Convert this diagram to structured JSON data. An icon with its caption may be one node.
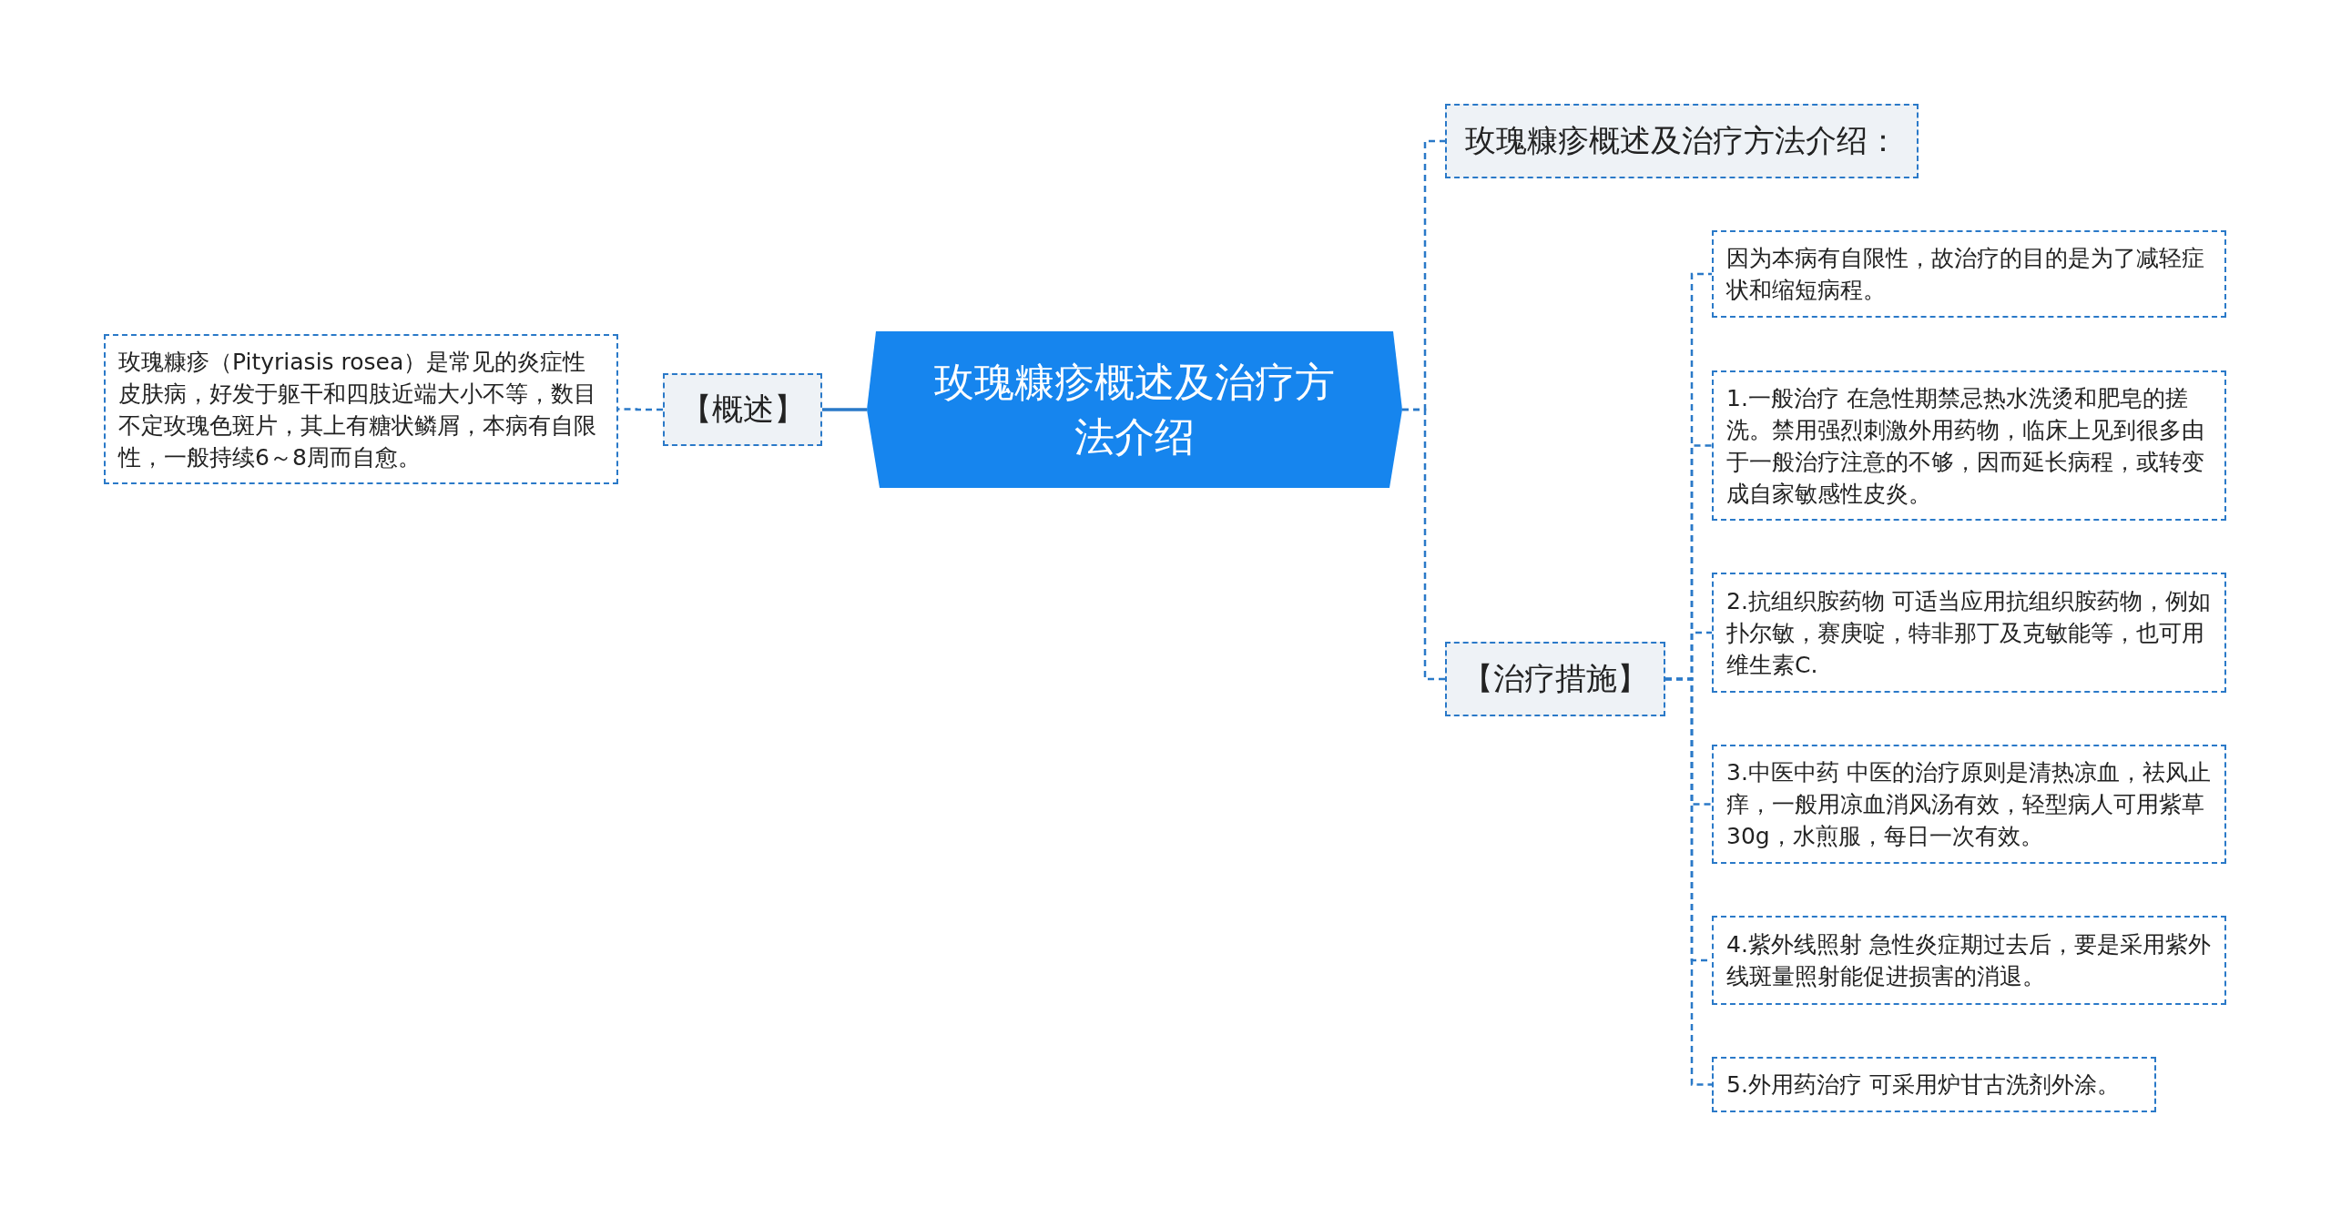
{
  "diagram": {
    "nodes": [
      {
        "text": [
          "玫瑰糠疹概述及治疗方法介绍"
        ]
      },
      {
        "text": [
          "【概述】"
        ]
      },
      {
        "text": [
          "玫瑰糠疹（Pityriasis rosea）是常见的炎症性皮肤病，好发于躯干和四肢近端大小不等，数目不定玫瑰色斑片，其上有糖状鳞屑，本病有自限性，一般持续6～8周而自愈。"
        ]
      },
      {
        "text": [
          "玫瑰糠疹概述及治疗方法介绍："
        ]
      },
      {
        "text": [
          "【治疗措施】"
        ]
      },
      {
        "text": [
          "因为本病有自限性，故治疗的目的是为了减轻症状和缩短病程。"
        ]
      },
      {
        "text": [
          "1.一般治疗 在急性期禁忌热水洗烫和肥皂的搓洗。禁用强烈刺激外用药物，临床上见到很多由于一般治疗注意的不够，因而延长病程，或转变成自家敏感性皮炎。"
        ]
      },
      {
        "text": [
          "2.抗组织胺药物 可适当应用抗组织胺药物，例如扑尔敏，赛庚啶，特非那丁及克敏能等，也可用维生素C."
        ]
      },
      {
        "text": [
          "3.中医中药 中医的治疗原则是清热凉血，祛风止痒，一般用凉血消风汤有效，轻型病人可用紫草30g，水煎服，每日一次有效。"
        ]
      },
      {
        "text": [
          "4.紫外线照射 急性炎症期过去后，要是采用紫外线斑量照射能促进损害的消退。"
        ]
      },
      {
        "text": [
          "5.外用药治疗 可采用炉甘古洗剂外涂。"
        ]
      }
    ],
    "edges": [
      {
        "from": 0,
        "to": 1,
        "arrow": "none"
      },
      {
        "from": 1,
        "to": 2,
        "arrow": "none",
        "style": "dashed"
      },
      {
        "from": 0,
        "to": 3,
        "arrow": "none",
        "style": "dashed"
      },
      {
        "from": 0,
        "to": 4,
        "arrow": "none",
        "style": "dashed"
      },
      {
        "from": 4,
        "to": 5,
        "arrow": "none",
        "style": "dashed"
      },
      {
        "from": 4,
        "to": 6,
        "arrow": "none",
        "style": "dashed"
      },
      {
        "from": 4,
        "to": 7,
        "arrow": "none",
        "style": "dashed"
      },
      {
        "from": 4,
        "to": 8,
        "arrow": "none",
        "style": "dashed"
      },
      {
        "from": 4,
        "to": 9,
        "arrow": "none",
        "style": "dashed"
      },
      {
        "from": 4,
        "to": 10,
        "arrow": "none",
        "style": "dashed"
      }
    ]
  }
}
